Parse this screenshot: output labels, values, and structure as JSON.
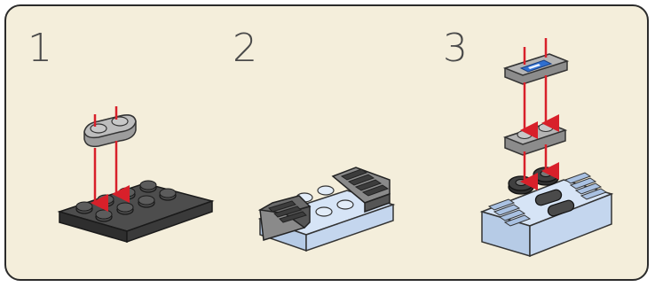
{
  "steps": [
    {
      "number": "1"
    },
    {
      "number": "2"
    },
    {
      "number": "3"
    }
  ],
  "colors": {
    "panel_background": "#f4eedb",
    "panel_border": "#2b2b2b",
    "dark_grey_brick": "#3c3c3c",
    "light_grey_brick": "#a4a4a4",
    "light_blue_brick": "#c9dcf3",
    "arrow_red": "#d8202a",
    "blue_tile": "#2f6fd0"
  }
}
